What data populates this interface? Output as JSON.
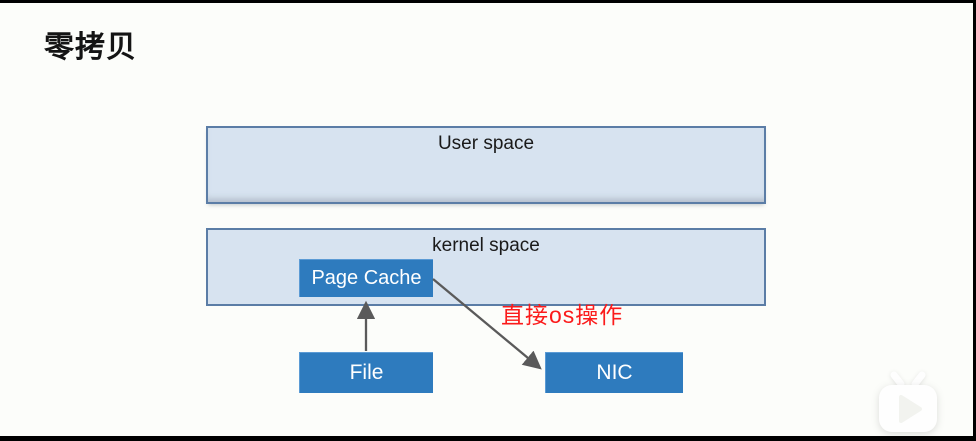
{
  "window": {
    "title": "零拷贝"
  },
  "colors": {
    "page_background": "#fcfdfa",
    "letterbox_bar": "#000000",
    "space_box_fill": "#d7e3f0",
    "space_box_border": "#5b7da6",
    "node_box_fill": "#2e7bbe",
    "node_text": "#ffffff",
    "arrow": "#5a5a5a",
    "annotation_red": "#fb1b1b",
    "title_text": "#141414"
  },
  "diagram": {
    "user_space": {
      "label": "User space"
    },
    "kernel_space": {
      "label": "kernel space"
    },
    "page_cache": {
      "label": "Page Cache"
    },
    "file": {
      "label": "File"
    },
    "nic": {
      "label": "NIC"
    },
    "annotation": {
      "label": "直接os操作"
    },
    "arrows": [
      {
        "name": "file-to-page-cache",
        "from": "File",
        "to": "Page Cache",
        "direction": "up"
      },
      {
        "name": "page-cache-to-nic",
        "from": "Page Cache",
        "to": "NIC",
        "direction": "down-right"
      }
    ]
  },
  "watermark": {
    "icon": "bilibili-tv-play-icon"
  }
}
